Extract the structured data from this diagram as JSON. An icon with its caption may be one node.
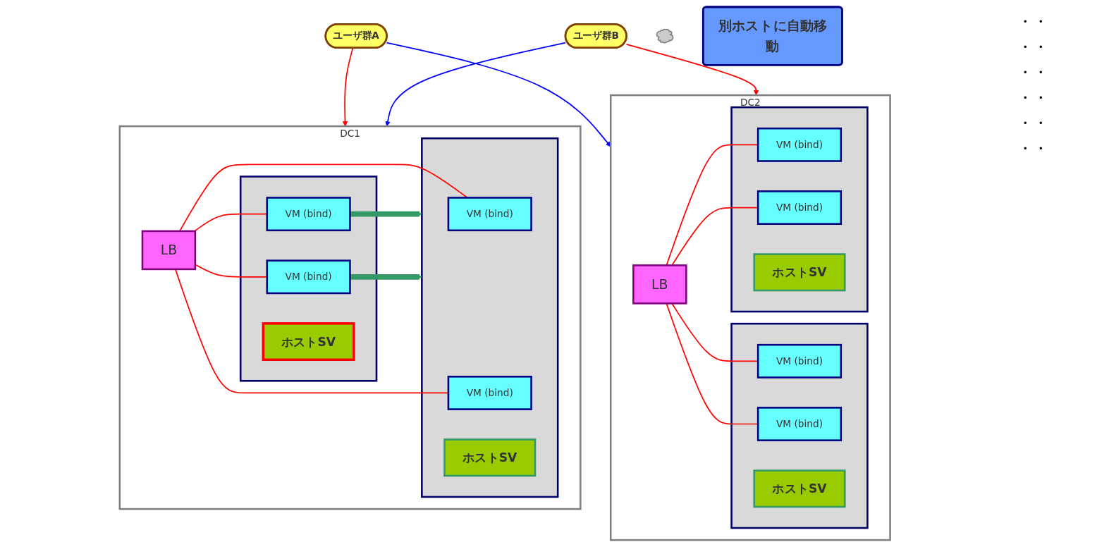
{
  "diagram": {
    "nodes": [
      {
        "text": [
          "ユーザ群A"
        ]
      },
      {
        "text": [
          "ユーザ群B"
        ]
      },
      {
        "text": [],
        "shape": "cloud"
      },
      {
        "text": [
          "DC1"
        ]
      },
      {
        "text": [
          "別ホストに自動移動"
        ]
      },
      {
        "text": [
          "LB"
        ],
        "in": 3
      },
      {
        "text": [],
        "shape": "box",
        "in": 3
      },
      {
        "text": [
          "VM (bind)"
        ],
        "in": 6
      },
      {
        "text": [
          "VM (bind)"
        ],
        "in": 6
      },
      {
        "text": [
          "ホストSV"
        ],
        "in": 6
      },
      {
        "text": [],
        "shape": "box",
        "in": 3
      },
      {
        "text": [
          "VM (bind)"
        ],
        "in": 10
      },
      {
        "text": [
          "VM (bind)"
        ],
        "in": 10
      },
      {
        "text": [
          "ホストSV"
        ],
        "in": 10
      },
      {
        "text": [
          "DC2"
        ]
      },
      {
        "text": [
          "LB"
        ],
        "in": 14
      },
      {
        "text": [],
        "shape": "box",
        "in": 14
      },
      {
        "text": [
          "VM (bind)"
        ],
        "in": 16
      },
      {
        "text": [
          "VM (bind)"
        ],
        "in": 16
      },
      {
        "text": [
          "ホストSV"
        ],
        "in": 16
      },
      {
        "text": [],
        "shape": "box",
        "in": 14
      },
      {
        "text": [
          "VM (bind)"
        ],
        "in": 20
      },
      {
        "text": [
          "VM (bind)"
        ],
        "in": 20
      },
      {
        "text": [
          "ホストSV"
        ],
        "in": 20
      }
    ],
    "edges": [
      {
        "from": 0,
        "to": 3,
        "arrow": "to"
      },
      {
        "from": 0,
        "to": 14,
        "arrow": "to",
        "color": "#0000ff"
      },
      {
        "from": 1,
        "to": 3,
        "arrow": "to",
        "color": "#0000ff"
      },
      {
        "from": 1,
        "to": 14,
        "arrow": "to"
      },
      {
        "from": 5,
        "to": 7,
        "arrow": "none"
      },
      {
        "from": 5,
        "to": 8,
        "arrow": "none"
      },
      {
        "from": 5,
        "to": 11,
        "arrow": "none"
      },
      {
        "from": 5,
        "to": 12,
        "arrow": "none"
      },
      {
        "from": 7,
        "to": 10,
        "arrow": "to",
        "style": "thick",
        "color": "#339966"
      },
      {
        "from": 8,
        "to": 10,
        "arrow": "to",
        "style": "thick",
        "color": "#339966"
      },
      {
        "from": 15,
        "to": 17,
        "arrow": "none"
      },
      {
        "from": 15,
        "to": 18,
        "arrow": "none"
      },
      {
        "from": 15,
        "to": 21,
        "arrow": "none"
      },
      {
        "from": 15,
        "to": 22,
        "arrow": "none"
      }
    ],
    "labels": [
      "・・",
      "・・",
      "・・",
      "・・",
      "・・",
      "・・"
    ]
  }
}
